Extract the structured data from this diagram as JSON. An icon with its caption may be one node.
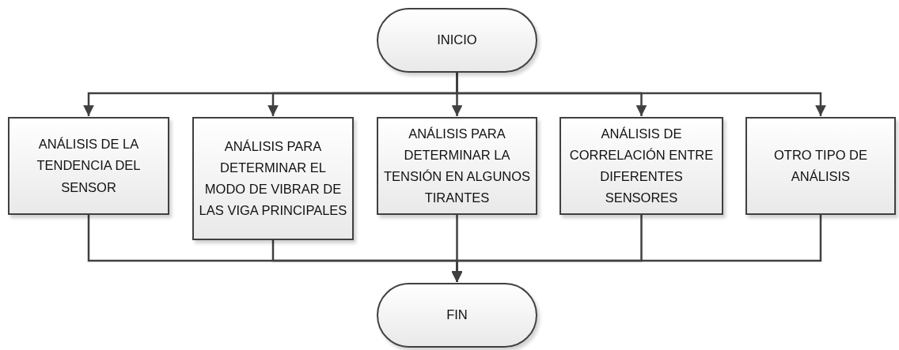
{
  "diagram": {
    "nodes": [
      {
        "text": [
          "INICIO"
        ]
      },
      {
        "text": [
          "ANÁLISIS DE LA TENDENCIA DEL SENSOR"
        ]
      },
      {
        "text": [
          "ANÁLISIS PARA DETERMINAR EL MODO DE VIBRAR DE LAS VIGA PRINCIPALES"
        ]
      },
      {
        "text": [
          "ANÁLISIS PARA DETERMINAR LA TENSIÓN EN ALGUNOS TIRANTES"
        ]
      },
      {
        "text": [
          "ANÁLISIS DE CORRELACIÓN ENTRE DIFERENTES SENSORES"
        ]
      },
      {
        "text": [
          "OTRO TIPO DE ANÁLISIS"
        ]
      },
      {
        "text": [
          "FIN"
        ]
      }
    ],
    "edges": [
      {
        "from": 0,
        "to": 1,
        "arrow": "to"
      },
      {
        "from": 0,
        "to": 2,
        "arrow": "to"
      },
      {
        "from": 0,
        "to": 3,
        "arrow": "to"
      },
      {
        "from": 0,
        "to": 4,
        "arrow": "to"
      },
      {
        "from": 0,
        "to": 5,
        "arrow": "to"
      },
      {
        "from": 1,
        "to": 6,
        "arrow": "to"
      },
      {
        "from": 2,
        "to": 6,
        "arrow": "to"
      },
      {
        "from": 3,
        "to": 6,
        "arrow": "to"
      },
      {
        "from": 4,
        "to": 6,
        "arrow": "to"
      },
      {
        "from": 5,
        "to": 6,
        "arrow": "to"
      }
    ]
  }
}
